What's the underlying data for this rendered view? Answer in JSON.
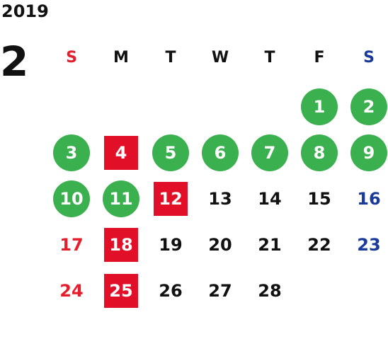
{
  "calendar": {
    "year": "2019",
    "month": "2",
    "weekdays": [
      "S",
      "M",
      "T",
      "W",
      "T",
      "F",
      "S"
    ],
    "colors": {
      "sunday": "#e51e2e",
      "saturday": "#1a3a9a",
      "green_mark": "#3bb04f",
      "red_mark": "#e20f28",
      "default_text": "#111111"
    },
    "days": [
      {
        "label": "1",
        "style": "green"
      },
      {
        "label": "2",
        "style": "green"
      },
      {
        "label": "3",
        "style": "green"
      },
      {
        "label": "4",
        "style": "red"
      },
      {
        "label": "5",
        "style": "green"
      },
      {
        "label": "6",
        "style": "green"
      },
      {
        "label": "7",
        "style": "green"
      },
      {
        "label": "8",
        "style": "green"
      },
      {
        "label": "9",
        "style": "green"
      },
      {
        "label": "10",
        "style": "green"
      },
      {
        "label": "11",
        "style": "green"
      },
      {
        "label": "12",
        "style": "red"
      },
      {
        "label": "13",
        "style": "plain"
      },
      {
        "label": "14",
        "style": "plain"
      },
      {
        "label": "15",
        "style": "plain"
      },
      {
        "label": "16",
        "style": "plain"
      },
      {
        "label": "17",
        "style": "plain"
      },
      {
        "label": "18",
        "style": "red"
      },
      {
        "label": "19",
        "style": "plain"
      },
      {
        "label": "20",
        "style": "plain"
      },
      {
        "label": "21",
        "style": "plain"
      },
      {
        "label": "22",
        "style": "plain"
      },
      {
        "label": "23",
        "style": "plain"
      },
      {
        "label": "24",
        "style": "plain"
      },
      {
        "label": "25",
        "style": "red"
      },
      {
        "label": "26",
        "style": "plain"
      },
      {
        "label": "27",
        "style": "plain"
      },
      {
        "label": "28",
        "style": "plain"
      }
    ]
  }
}
